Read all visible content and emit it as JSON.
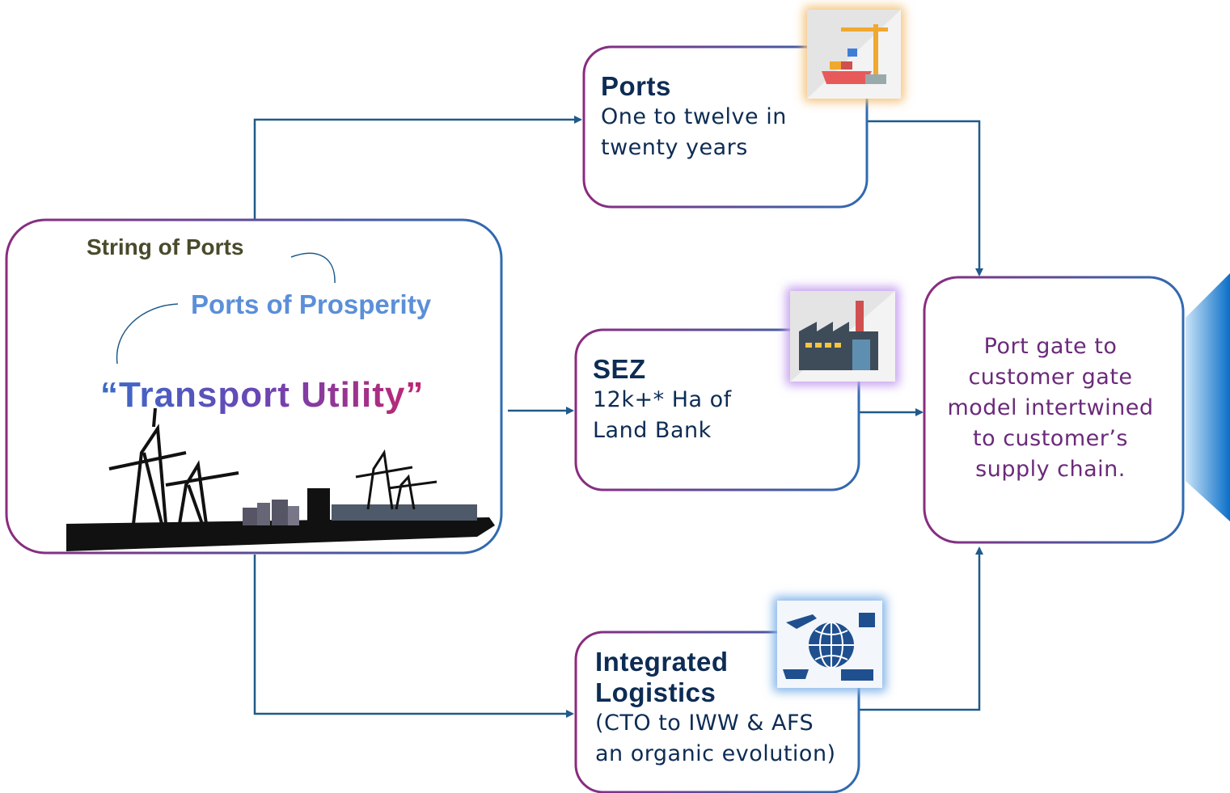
{
  "hub": {
    "line1": "String of Ports",
    "line2": "Ports of Prosperity",
    "line3": "“Transport Utility”"
  },
  "nodes": {
    "ports": {
      "title": "Ports",
      "line1": "One to twelve in",
      "line2": "twenty years",
      "icon": "port-crane-ship-icon"
    },
    "sez": {
      "title": "SEZ",
      "line1": "12k+* Ha of",
      "line2": "Land Bank",
      "icon": "factory-icon"
    },
    "logistics": {
      "title1": "Integrated",
      "title2": "Logistics",
      "line1": "(CTO to IWW & AFS",
      "line2": "an organic evolution)",
      "icon": "global-logistics-icon"
    }
  },
  "outcome": {
    "line1": "Port gate to",
    "line2": "customer gate",
    "line3": "model intertwined",
    "line4": "to customer’s",
    "line5": "supply chain."
  },
  "colors": {
    "arrow": "#1f5a8a",
    "border_start": "#8b2b7f",
    "border_end": "#2f6bb0",
    "accent": "#1e88d6"
  }
}
